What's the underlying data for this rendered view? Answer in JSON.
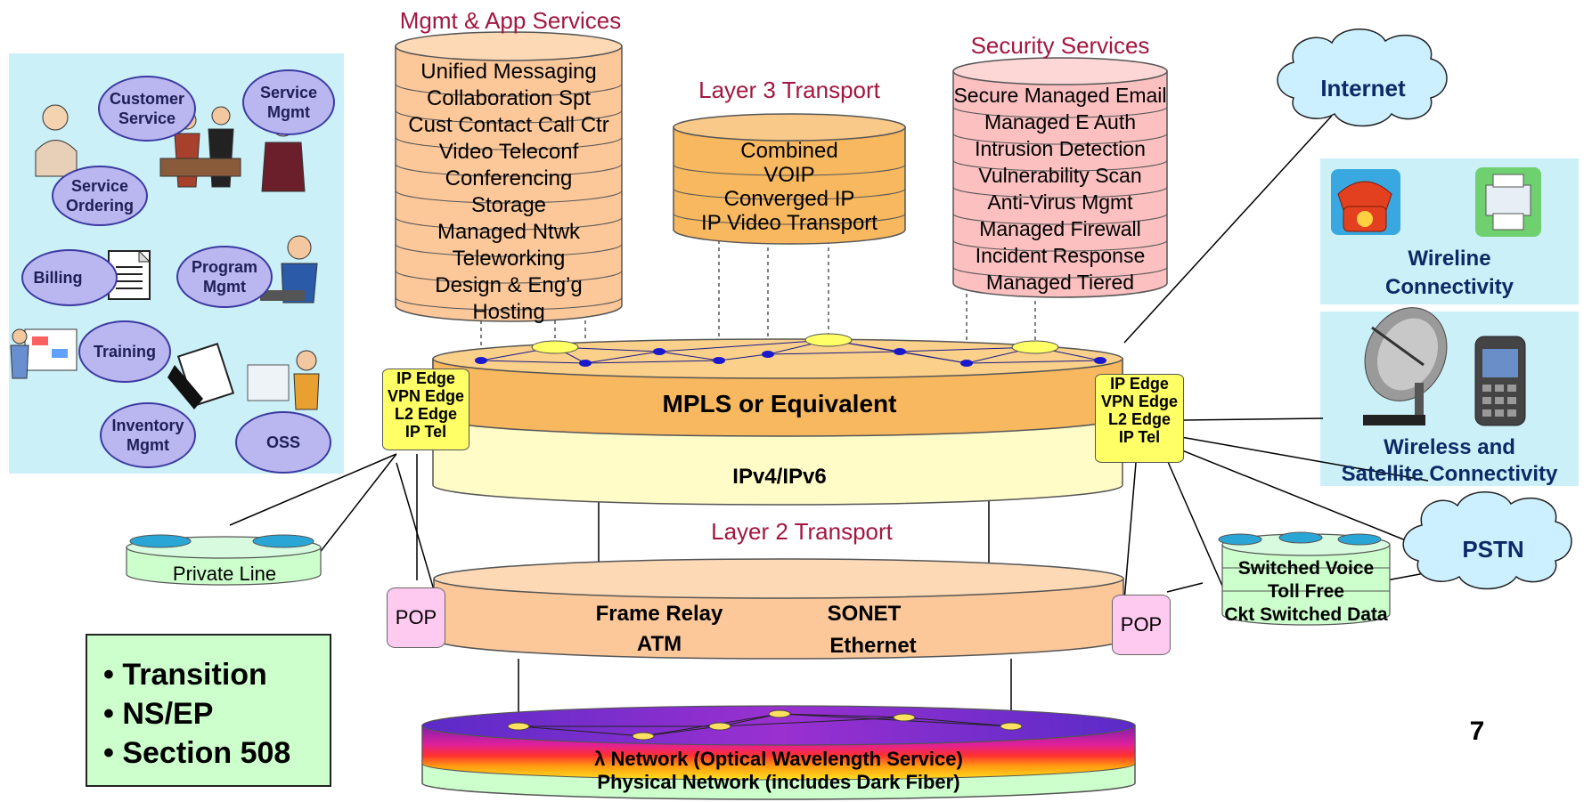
{
  "headings": {
    "mgmt_app": "Mgmt & App Services",
    "layer3": "Layer 3  Transport",
    "security": "Security Services",
    "layer2": "Layer 2  Transport"
  },
  "mgmt_app_services": [
    "Unified Messaging",
    "Collaboration Spt",
    "Cust Contact Call Ctr",
    "Video Teleconf",
    "Conferencing",
    "Storage",
    "Managed Ntwk",
    "Teleworking",
    "Design & Eng’g",
    "Hosting"
  ],
  "layer3_services": [
    "Combined",
    "VOIP",
    "Converged IP",
    "IP Video Transport"
  ],
  "security_services": [
    "Secure Managed Email",
    "Managed E Auth",
    "Intrusion Detection",
    "Vulnerability Scan",
    "Anti-Virus Mgmt",
    "Managed Firewall",
    "Incident Response",
    "Managed Tiered"
  ],
  "left_panel": {
    "bubbles": {
      "customer_service": "Customer Service",
      "service_mgmt": "Service Mgmt",
      "service_ordering": "Service Ordering",
      "billing": "Billing",
      "program_mgmt": "Program Mgmt",
      "training": "Training",
      "inventory_mgmt": "Inventory Mgmt",
      "oss": "OSS"
    }
  },
  "core": {
    "mpls": "MPLS or Equivalent",
    "ip": "IPv4/IPv6",
    "edge_left": [
      "IP Edge",
      "VPN Edge",
      "L2 Edge",
      "IP Tel"
    ],
    "edge_right": [
      "IP Edge",
      "VPN Edge",
      "L2 Edge",
      "IP Tel"
    ]
  },
  "layer2": {
    "private_line": "Private Line",
    "pop_left": "POP",
    "pop_right": "POP",
    "frame_relay": "Frame Relay",
    "atm": "ATM",
    "sonet": "SONET",
    "ethernet": "Ethernet",
    "switched": [
      "Switched Voice",
      "Toll Free",
      "Ckt Switched Data"
    ]
  },
  "optical": {
    "lambda": "λ Network (Optical Wavelength Service)",
    "physical": "Physical Network (includes Dark Fiber)"
  },
  "clouds": {
    "internet": "Internet",
    "pstn": "PSTN"
  },
  "right_boxes": {
    "wireline": [
      "Wireline",
      "Connectivity"
    ],
    "wireless": [
      "Wireless and",
      "Satellite Connectivity"
    ]
  },
  "bullets": [
    "• Transition",
    "• NS/EP",
    "• Section 508"
  ],
  "page_number": "7",
  "colors": {
    "maroon": "#a3173f",
    "peach": "#fcc89a",
    "orange": "#f7b860",
    "pink": "#fcc0c0",
    "light_yellow": "#fffcc8",
    "lavender": "#b9b6f0",
    "light_blue": "#ccf0f8",
    "mint": "#ccffcc"
  }
}
